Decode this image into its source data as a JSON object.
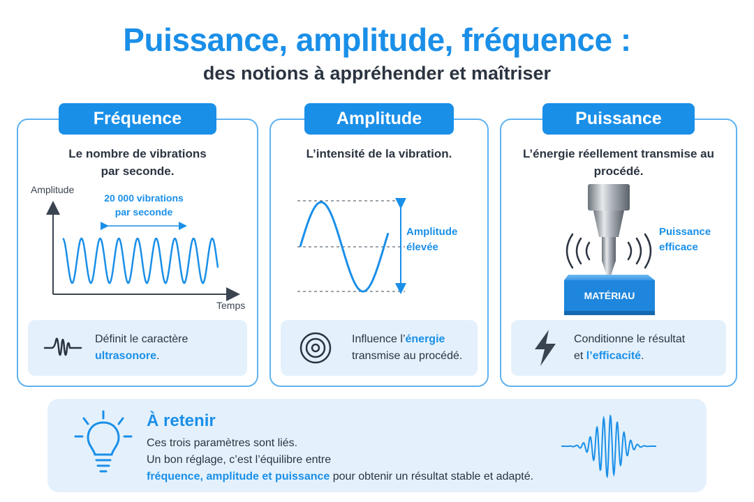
{
  "header": {
    "title": "Puissance, amplitude, fréquence :",
    "subtitle": "des notions à appréhender et maîtriser"
  },
  "cards": [
    {
      "tab": "Fréquence",
      "description": "Le nombre de vibrations par seconde.",
      "axis_y_label": "Amplitude",
      "axis_x_label": "Temps",
      "annotation_line1": "20 000 vibrations",
      "annotation_line2": "par seconde",
      "note_line1": "Définit le caractère",
      "note_highlight": "ultrasonore",
      "note_tail": ".",
      "icon": "wave-pulse-icon"
    },
    {
      "tab": "Amplitude",
      "description": "L’intensité de la vibration.",
      "annotation_line1": "Amplitude",
      "annotation_line2": "élevée",
      "note_prefix": "Influence l’",
      "note_highlight": "énergie",
      "note_line2": "transmise au procédé.",
      "icon": "concentric-circles-icon"
    },
    {
      "tab": "Puissance",
      "description": "L’énergie réellement transmise au procédé.",
      "annotation_line1": "Puissance",
      "annotation_line2": "efficace",
      "material_label": "MATÉRIAU",
      "note_line1": "Conditionne le résultat",
      "note_prefix": "et ",
      "note_highlight": "l’efficacité",
      "note_tail": ".",
      "icon": "lightning-bolt-icon"
    }
  ],
  "takeaway": {
    "title": "À retenir",
    "line1": "Ces trois paramètres sont liés.",
    "line2": "Un bon réglage, c’est l’équilibre entre",
    "line3_highlight": "fréquence, amplitude et puissance",
    "line3_tail": " pour obtenir un résultat stable et adapté.",
    "icon": "lightbulb-icon"
  },
  "colors": {
    "accent": "#1a8fe8",
    "border": "#5fb2f0",
    "panel": "#e4f1fc",
    "text": "#2b3440"
  }
}
